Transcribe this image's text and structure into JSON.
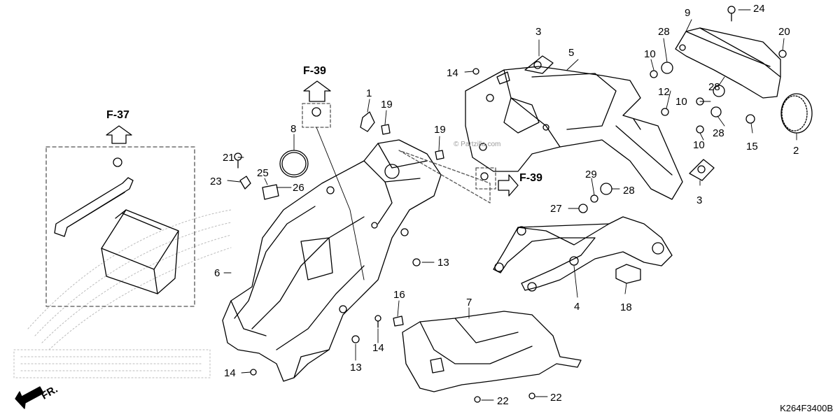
{
  "diagram": {
    "code": "K264F3400B",
    "watermark": "© Partzilla.com",
    "front_label": "FR.",
    "refs": [
      "F-37",
      "F-39",
      "F-39"
    ],
    "callouts": [
      "1",
      "2",
      "3",
      "3",
      "4",
      "5",
      "6",
      "7",
      "8",
      "9",
      "10",
      "10",
      "10",
      "12",
      "13",
      "13",
      "14",
      "14",
      "14",
      "15",
      "16",
      "18",
      "19",
      "19",
      "20",
      "21",
      "22",
      "22",
      "23",
      "24",
      "25",
      "26",
      "27",
      "28",
      "28",
      "28",
      "28",
      "29"
    ]
  }
}
